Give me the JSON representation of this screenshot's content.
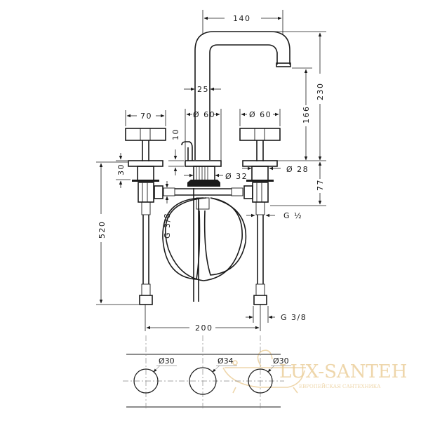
{
  "drawing": {
    "title": "Three-hole basin mixer technical drawing",
    "dimensions": {
      "spout_reach": "140",
      "spout_total_height": "230",
      "spout_outlet_height": "166",
      "spout_diameter": "25",
      "handle_width": "70",
      "spout_base_diameter": "Ø 60",
      "handle_base_diameter": "Ø 60",
      "pop_up_height": "10",
      "rosette_height": "30",
      "body_diameter": "Ø 32",
      "shank_diameter": "Ø 28",
      "below_deck": "77",
      "total_length": "520",
      "center_hose_thread": "G 3/8",
      "valve_thread": "G ½",
      "supply_thread": "G 3/8",
      "center_spacing": "200"
    },
    "cutout": {
      "holes": [
        {
          "label": "Ø30"
        },
        {
          "label": "Ø34"
        },
        {
          "label": "Ø30"
        }
      ]
    }
  },
  "watermark": {
    "brand": "LUX-SANTEH",
    "tagline": "ЕВРОПЕЙСКАЯ САНТЕХНИКА"
  }
}
